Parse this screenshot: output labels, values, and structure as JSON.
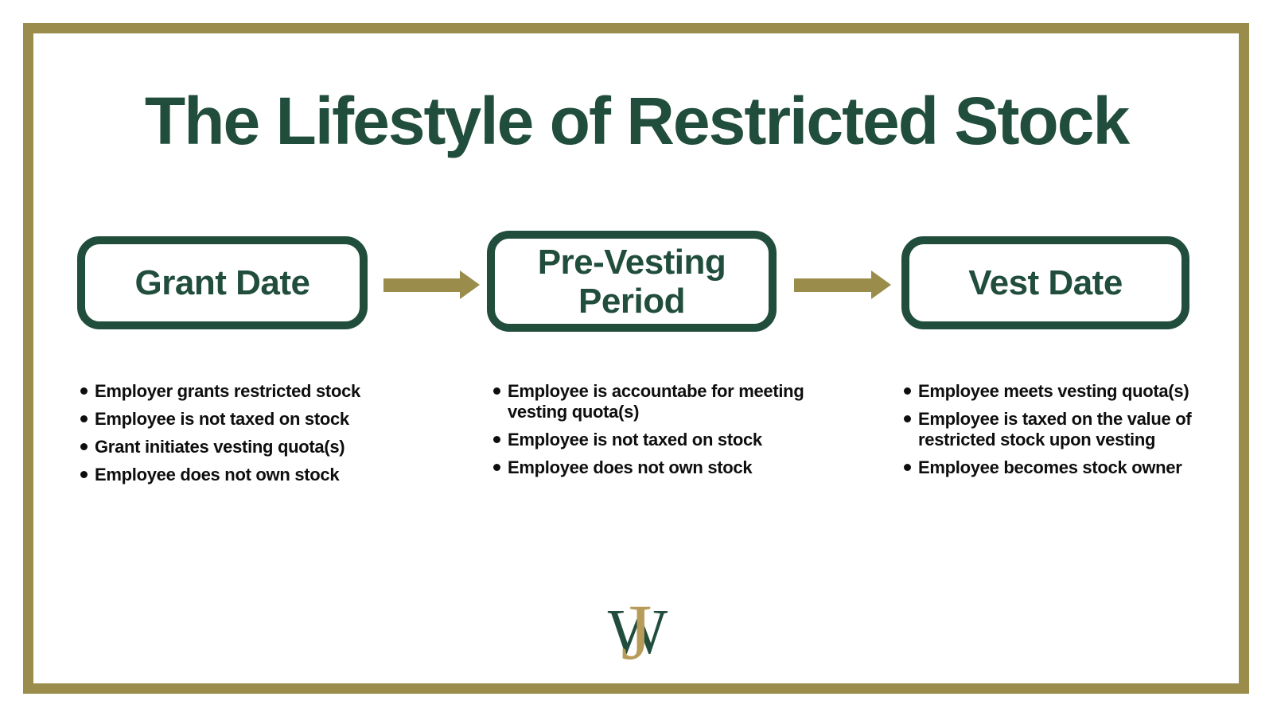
{
  "title": "The Lifestyle of Restricted Stock",
  "stages": [
    {
      "label": "Grant Date",
      "bullets": [
        "Employer grants restricted stock",
        "Employee is not taxed on stock",
        "Grant initiates vesting quota(s)",
        "Employee does not own stock"
      ]
    },
    {
      "label": "Pre-Vesting Period",
      "bullets": [
        "Employee is accountabe for meeting\nvesting quota(s)",
        "Employee is not taxed on stock",
        "Employee does not own stock"
      ]
    },
    {
      "label": "Vest Date",
      "bullets": [
        "Employee meets vesting quota(s)",
        "Employee is taxed on the value of\nrestricted stock upon vesting",
        "Employee becomes stock owner"
      ]
    }
  ],
  "logo": {
    "monogram_w": "W",
    "monogram_j": "J"
  },
  "colors": {
    "brand_green": "#214D3C",
    "brand_gold": "#9A8D4C",
    "logo_gold": "#B79B58",
    "bullet_text": "#0E0E0E",
    "background": "#FFFFFF"
  }
}
